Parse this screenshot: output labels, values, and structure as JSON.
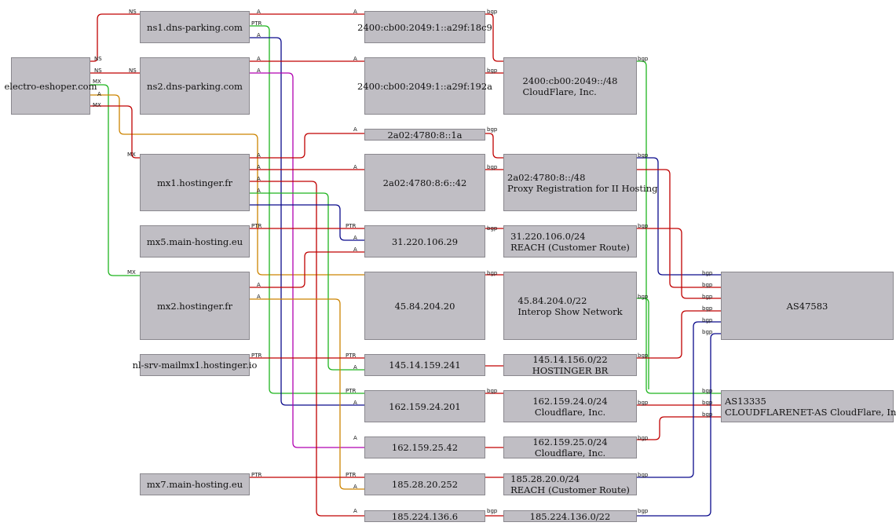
{
  "colors": {
    "red": "#c00000",
    "green": "#1fb51f",
    "navy": "#0a0a8c",
    "magenta": "#b000b0",
    "orange": "#cc8400",
    "node_fill": "#c0bec4"
  },
  "nodes": {
    "electro": "electro-eshoper.com",
    "ns1": "ns1.dns-parking.com",
    "ns2": "ns2.dns-parking.com",
    "mx1": "mx1.hostinger.fr",
    "mx5": "mx5.main-hosting.eu",
    "mx2": "mx2.hostinger.fr",
    "nlsrv": "nl-srv-mailmx1.hostinger.io",
    "mx7": "mx7.main-hosting.eu",
    "ip6a": "2400:cb00:2049:1::a29f:18c9",
    "ip6b": "2400:cb00:2049:1::a29f:192a",
    "ip6c": "2a02:4780:8::1a",
    "ip6d": "2a02:4780:8:6::42",
    "ip1": "31.220.106.29",
    "ip2": "45.84.204.20",
    "ip3": "145.14.159.241",
    "ip4": "162.159.24.201",
    "ip5": "162.159.25.42",
    "ip6": "185.28.20.252",
    "ip7": "185.224.136.6",
    "pfx1": {
      "l1": "2400:cb00:2049::/48",
      "l2": "CloudFlare, Inc."
    },
    "pfx2": {
      "l1": "2a02:4780:8::/48",
      "l2": "Proxy Registration for II Hosting"
    },
    "pfx3": {
      "l1": "31.220.106.0/24",
      "l2": "REACH (Customer Route)"
    },
    "pfx4": {
      "l1": "45.84.204.0/22",
      "l2": "Interop Show Network"
    },
    "pfx5": {
      "l1": "145.14.156.0/22",
      "l2": "HOSTINGER BR"
    },
    "pfx6": {
      "l1": "162.159.24.0/24",
      "l2": "Cloudflare, Inc."
    },
    "pfx7": {
      "l1": "162.159.25.0/24",
      "l2": "Cloudflare, Inc."
    },
    "pfx8": {
      "l1": "185.28.20.0/24",
      "l2": "REACH (Customer Route)"
    },
    "pfx9": "185.224.136.0/22",
    "as47583": "AS47583",
    "as13335": {
      "l1": "AS13335",
      "l2": "CLOUDFLARENET-AS CloudFlare, Inc."
    }
  },
  "edge_labels": {
    "ns": "NS",
    "mx": "MX",
    "a": "A",
    "ptr": "PTR",
    "bgp": "bgp"
  }
}
